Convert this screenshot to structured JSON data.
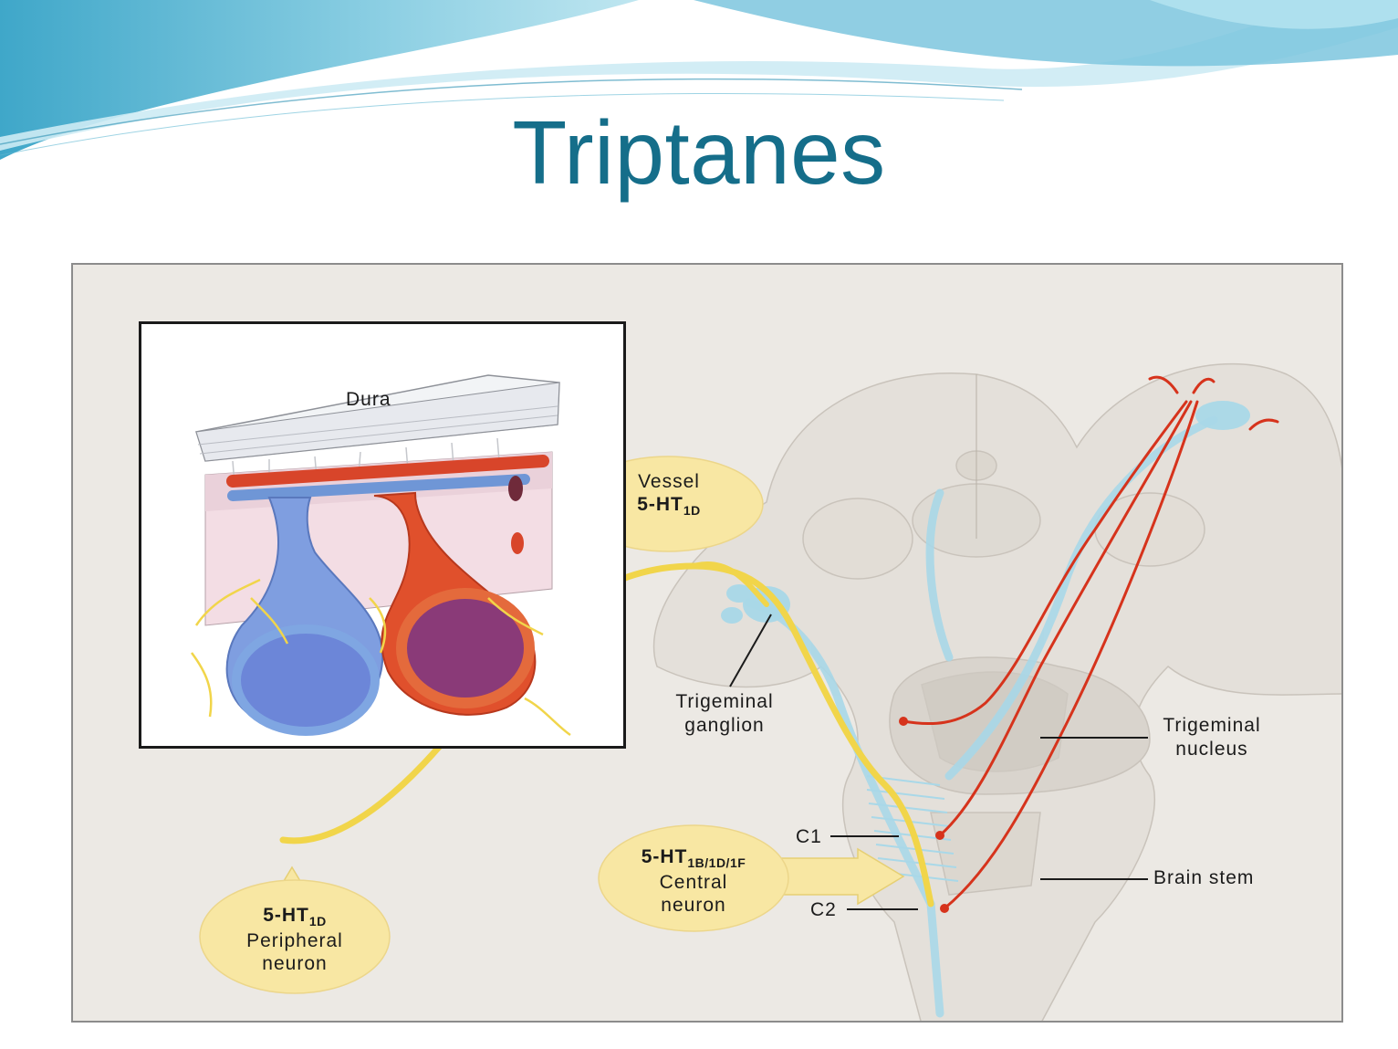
{
  "slide": {
    "title": "Triptanes"
  },
  "inset": {
    "dura_label": "Dura"
  },
  "receptors": {
    "vessel": {
      "line1": "Vessel",
      "name": "5-HT",
      "subscript": "1D"
    },
    "peripheral": {
      "name": "5-HT",
      "subscript": "1D",
      "line2": "Peripheral",
      "line3": "neuron"
    },
    "central": {
      "name": "5-HT",
      "subscript": "1B/1D/1F",
      "line2": "Central",
      "line3": "neuron"
    }
  },
  "labels": {
    "trigeminal_ganglion_1": "Trigeminal",
    "trigeminal_ganglion_2": "ganglion",
    "trigeminal_nucleus_1": "Trigeminal",
    "trigeminal_nucleus_2": "nucleus",
    "c1": "C1",
    "c2": "C2",
    "brain_stem": "Brain stem"
  },
  "colors": {
    "title": "#156e8a",
    "callout_fill": "#f8e7a3",
    "nerve_yellow": "#f1d54a",
    "artery_red": "#e0502c",
    "vein_blue": "#7f9ee0",
    "pathway_red": "#d6331c",
    "pathway_blue": "#a9d8e8"
  }
}
